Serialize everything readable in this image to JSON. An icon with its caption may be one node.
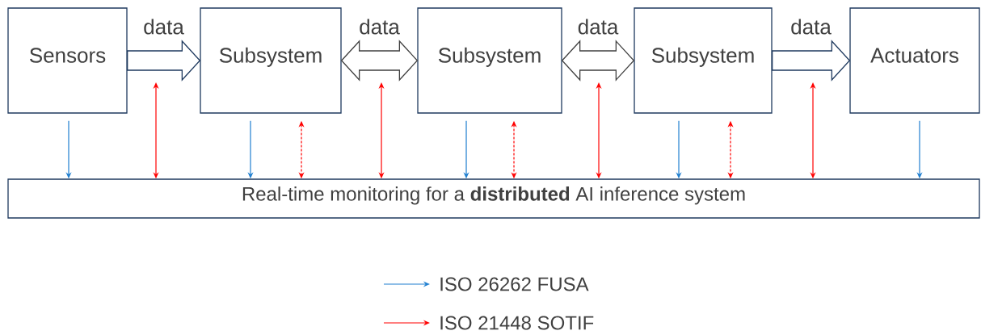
{
  "diagram": {
    "nodes": [
      {
        "text": [
          "Sensors"
        ]
      },
      {
        "text": [
          "Subsystem"
        ]
      },
      {
        "text": [
          "Subsystem"
        ]
      },
      {
        "text": [
          "Subsystem"
        ]
      },
      {
        "text": [
          "Actuators"
        ]
      },
      {
        "text": [
          "Real-time monitoring for a **distributed** AI inference system"
        ]
      }
    ],
    "edges": [
      {
        "from": 0,
        "to": 1,
        "arrow": "to",
        "label": "data"
      },
      {
        "from": 1,
        "to": 2,
        "arrow": "both",
        "label": "data"
      },
      {
        "from": 2,
        "to": 3,
        "arrow": "both",
        "label": "data"
      },
      {
        "from": 3,
        "to": 4,
        "arrow": "to",
        "label": "data"
      },
      {
        "from": 0,
        "to": 5,
        "arrow": "to",
        "color": "#1f7fd0"
      },
      {
        "from": 1,
        "to": 5,
        "arrow": "to",
        "color": "#1f7fd0"
      },
      {
        "from": 2,
        "to": 5,
        "arrow": "to",
        "color": "#1f7fd0"
      },
      {
        "from": 3,
        "to": 5,
        "arrow": "to",
        "color": "#1f7fd0"
      },
      {
        "from": 4,
        "to": 5,
        "arrow": "to",
        "color": "#1f7fd0"
      },
      {
        "from": null,
        "to": 5,
        "arrow": "both",
        "color": "#ff0000"
      },
      {
        "from": null,
        "to": 5,
        "arrow": "both",
        "color": "#ff0000"
      },
      {
        "from": null,
        "to": 5,
        "arrow": "both",
        "color": "#ff0000"
      },
      {
        "from": null,
        "to": 5,
        "arrow": "both",
        "color": "#ff0000"
      },
      {
        "from": 1,
        "to": 5,
        "arrow": "both",
        "style": "dashed",
        "color": "#ff0000"
      },
      {
        "from": 2,
        "to": 5,
        "arrow": "both",
        "style": "dashed",
        "color": "#ff0000"
      },
      {
        "from": 3,
        "to": 5,
        "arrow": "both",
        "style": "dashed",
        "color": "#ff0000"
      }
    ],
    "legend": [
      {
        "text": "ISO 26262 FUSA"
      },
      {
        "text": "ISO 21448 SOTIF"
      }
    ]
  }
}
